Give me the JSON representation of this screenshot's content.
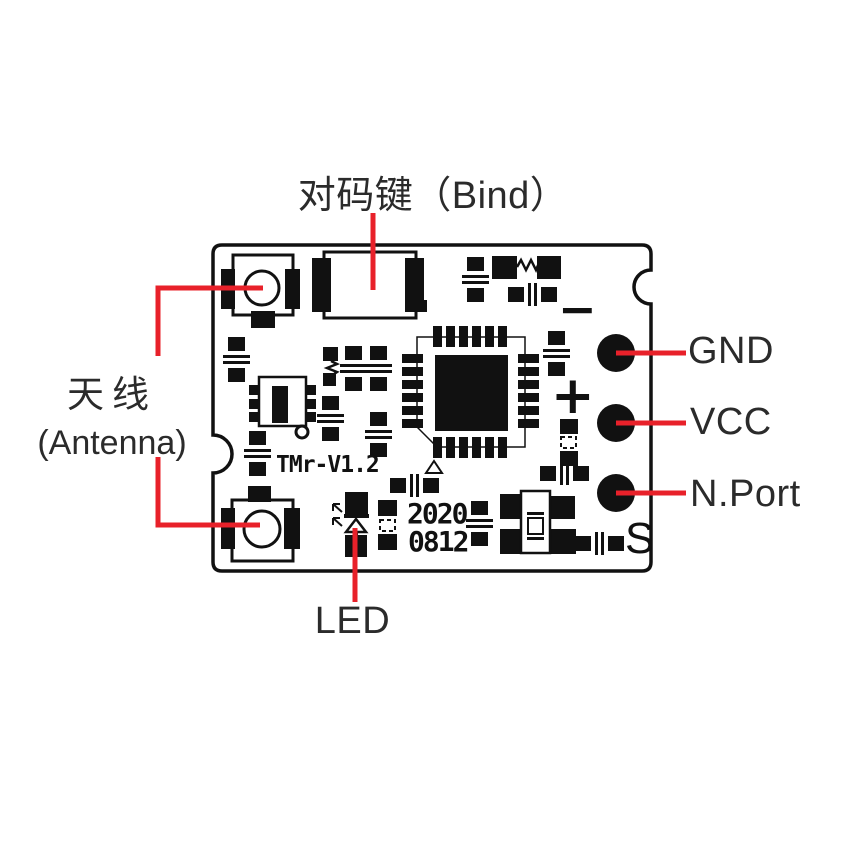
{
  "title": "RC receiver module pinout diagram",
  "labels": {
    "bind": "对码键（Bind）",
    "antenna_zh": "天线",
    "antenna_en": "(Antenna)",
    "led": "LED",
    "pins": {
      "gnd": "GND",
      "vcc": "VCC",
      "nport": "N.Port"
    }
  },
  "silkscreen": {
    "model": "TMr-V1.2",
    "date_line1": "2020",
    "date_line2": "0812",
    "signal": "S",
    "polarity_plus": "+",
    "polarity_minus": "−"
  },
  "colors": {
    "leader_line": "#e8212a",
    "ink": "#111111",
    "text": "#2b2b2b",
    "background": "#ffffff"
  }
}
